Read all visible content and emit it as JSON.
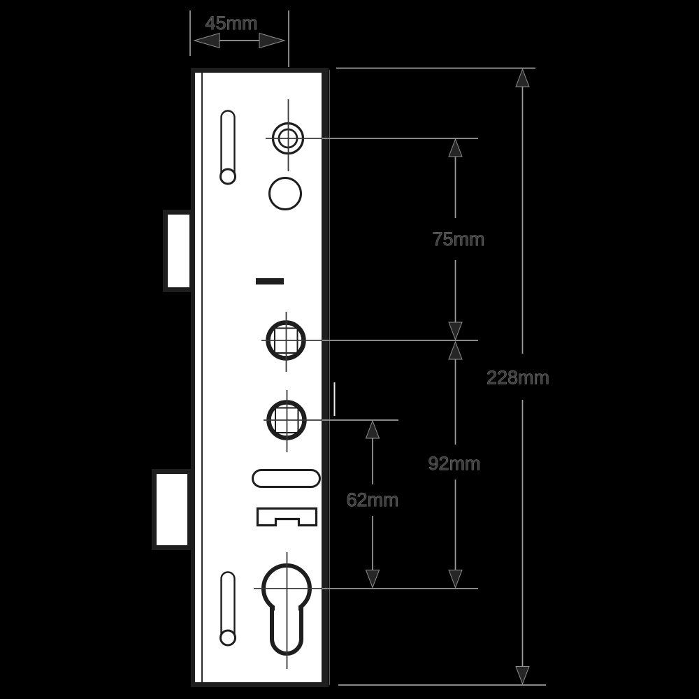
{
  "diagram": {
    "kind": "technical dimension drawing",
    "units": "mm"
  },
  "dimensions": {
    "faceplate_width": "45mm",
    "top_hole_to_spindle": "75mm",
    "overall_height": "228mm",
    "spindle_to_cylinder": "92mm",
    "lower_spindle_to_cylinder": "62mm"
  },
  "colors": {
    "background": "#000000",
    "plate_fill": "#ffffff",
    "part_outline": "#1e1e1e",
    "dimension_line": "#9c9c9c",
    "dimension_text": "#3f3f3f",
    "arrowhead": "#262626",
    "crosshair": "#3a3a3a"
  }
}
